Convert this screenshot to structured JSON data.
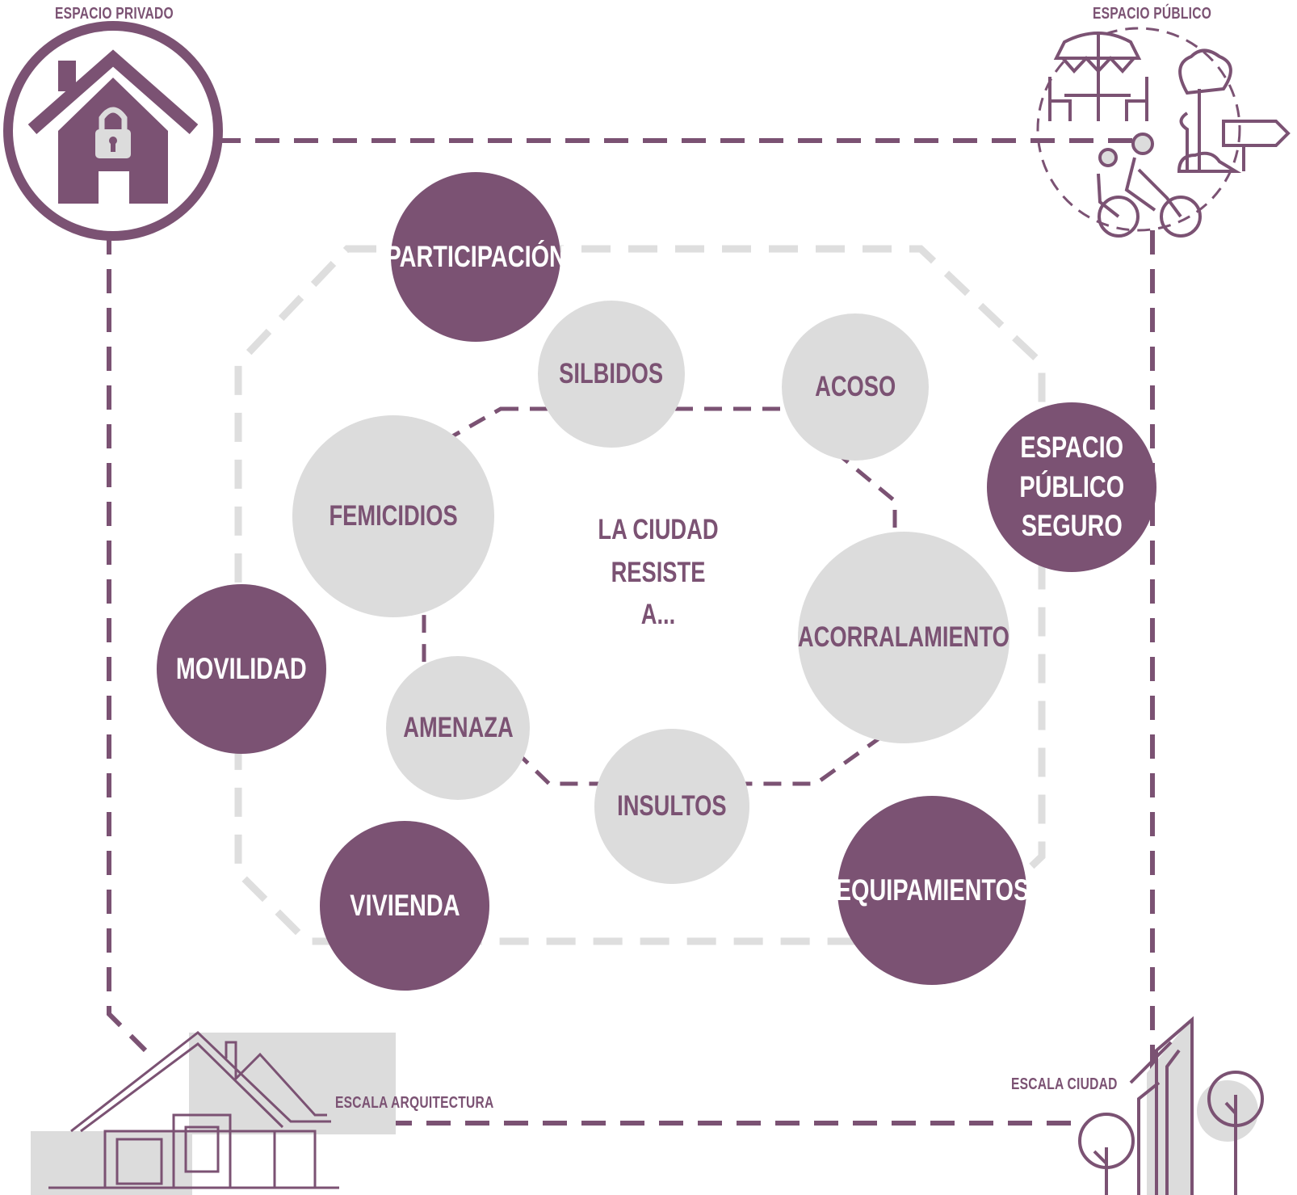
{
  "captions": {
    "private": "ESPACIO PRIVADO",
    "public": "ESPACIO PÚBLICO",
    "arch": "ESCALA ARQUITECTURA",
    "city": "ESCALA CIUDAD"
  },
  "center": {
    "line1": "LA CIUDAD",
    "line2": "RESISTE",
    "line3": "A..."
  },
  "themes": {
    "participacion": "PARTICIPACIÓN",
    "espacio_l1": "ESPACIO",
    "espacio_l2": "PÚBLICO",
    "espacio_l3": "SEGURO",
    "movilidad": "MOVILIDAD",
    "vivienda": "VIVIENDA",
    "equipamientos": "EQUIPAMIENTOS"
  },
  "violences": {
    "silbidos": "SILBIDOS",
    "acoso": "ACOSO",
    "femicidios": "FEMICIDIOS",
    "acorralamiento": "ACORRALAMIENTO",
    "amenaza": "AMENAZA",
    "insultos": "INSULTOS"
  },
  "colors": {
    "purple": "#7b5273",
    "light_gray": "#dcdcdc",
    "mid_gray": "#bdbdbd"
  },
  "icons": [
    "house-lock-icon",
    "public-space-icon",
    "architecture-house-icon",
    "city-buildings-icon"
  ]
}
